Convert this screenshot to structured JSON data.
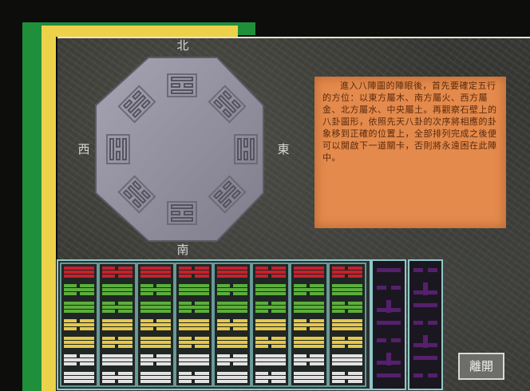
{
  "compass": {
    "north": "北",
    "south": "南",
    "east": "東",
    "west": "西"
  },
  "info_text": "進入八陣圖的陣眼後，首先要確定五行的方位：以東方屬木、南方屬火、西方屬金、北方屬水、中央屬土。再觀察石壁上的八卦圖形，依照先天八卦的次序將相應的卦象移到正確的位置上，全部排列完成之後便可以開啟下一道關卡，否則將永遠困在此陣中。",
  "leave_button": "離開",
  "colors": {
    "red": "#c8202c",
    "green": "#5cae3c",
    "yellow": "#e6c84a",
    "white": "#e2e2e2",
    "purple": "#55206c",
    "octagon": "#8f8d9b",
    "panel": "#e48a4c",
    "stripe_green": "#1f8f3c",
    "stripe_yellow": "#ecd24a"
  },
  "tile_grid": {
    "columns": 8,
    "row_colors": [
      "red",
      "green",
      "green",
      "yellow",
      "yellow",
      "white",
      "white"
    ],
    "purple_columns": 2
  }
}
